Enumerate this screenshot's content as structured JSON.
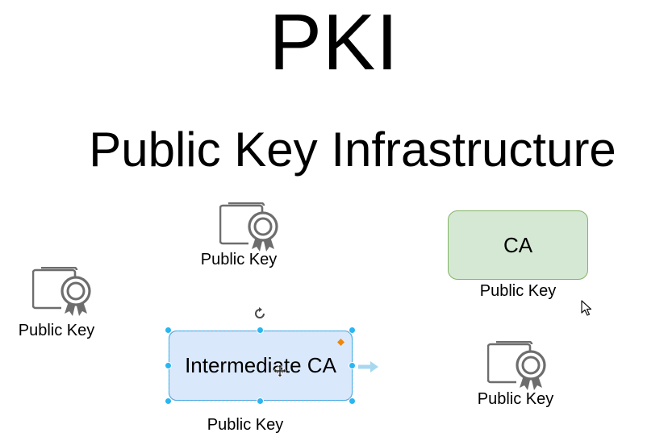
{
  "diagram": {
    "title": "PKI",
    "subtitle": "Public Key Infrastructure",
    "nodes": {
      "ca": {
        "label": "CA",
        "caption": "Public Key",
        "fill": "#d5e8d4",
        "stroke": "#82b366"
      },
      "intermediate_ca": {
        "label": "Intermediate CA",
        "caption": "Public Key",
        "fill": "#dae8fc",
        "stroke": "#6c8ebf",
        "selected": true
      }
    },
    "certificates": [
      {
        "icon": "certificate-icon",
        "caption": "Public Key"
      },
      {
        "icon": "certificate-icon",
        "caption": "Public Key"
      },
      {
        "icon": "certificate-icon",
        "caption": "Public Key"
      }
    ],
    "editor": {
      "selection_color": "#29b6f2",
      "hover_arrow_color": "#a8d8f0",
      "connection_point_color": "#f08705"
    }
  }
}
